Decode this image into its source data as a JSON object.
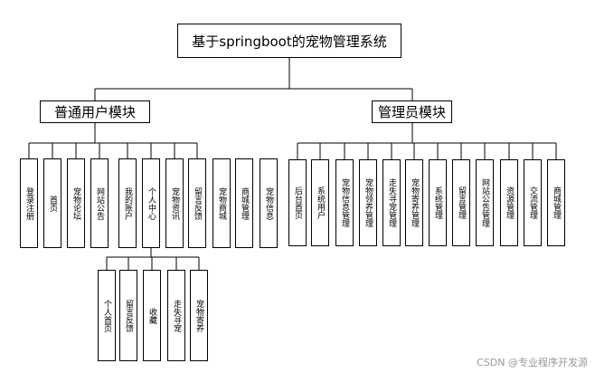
{
  "diagram": {
    "root": "基于springboot的宠物管理系统",
    "left_module": {
      "title": "普通用户模块",
      "children": [
        "登录注册",
        "首页",
        "宠物论坛",
        "网站公告",
        "我的账户",
        "个人中心",
        "宠物资讯",
        "留言反馈",
        "宠物商城",
        "商城管理",
        "宠物信息"
      ],
      "personal_center_children": [
        "个人首页",
        "留言反馈",
        "收藏",
        "走失寻宠",
        "宠物寄养"
      ]
    },
    "right_module": {
      "title": "管理员模块",
      "children": [
        "后台首页",
        "系统用户",
        "宠物信息管理",
        "宠物领养管理",
        "走失寻宠管理",
        "宠物寄养管理",
        "系统管理",
        "留言管理",
        "网站公告管理",
        "资源管理",
        "交流管理",
        "商城管理"
      ]
    }
  },
  "watermark": "CSDN @专业程序开发源"
}
